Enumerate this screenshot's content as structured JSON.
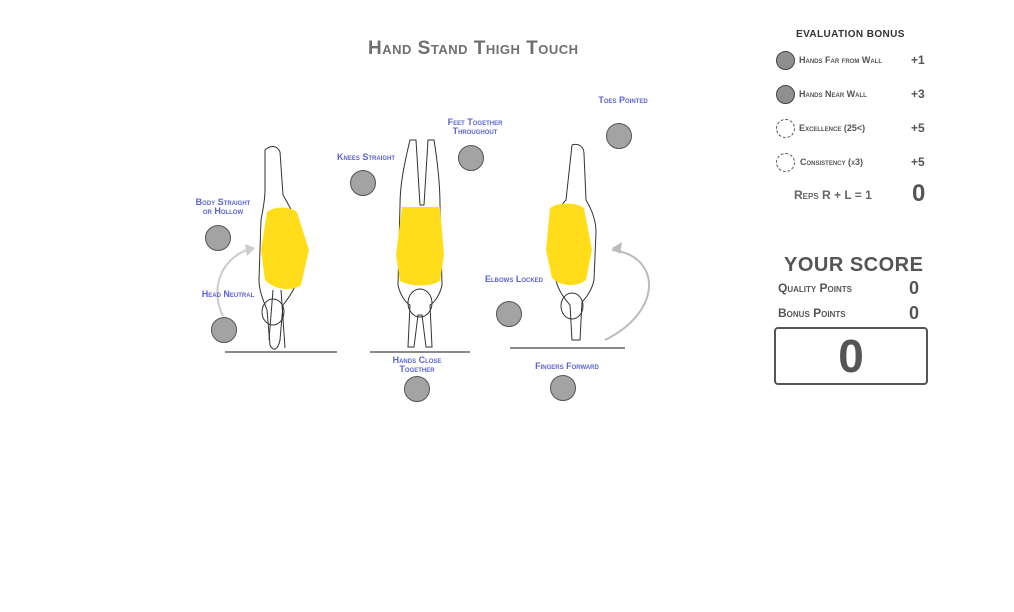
{
  "title": "Hand Stand Thigh Touch",
  "criteria": [
    {
      "id": "body-straight",
      "label_lines": [
        "Body Straight",
        "or Hollow"
      ]
    },
    {
      "id": "head-neutral",
      "label_lines": [
        "Head Neutral"
      ]
    },
    {
      "id": "knees-straight",
      "label_lines": [
        "Knees Straight"
      ]
    },
    {
      "id": "feet-together",
      "label_lines": [
        "Feet Together",
        "Throughout"
      ]
    },
    {
      "id": "hands-close",
      "label_lines": [
        "Hands Close",
        "Together"
      ]
    },
    {
      "id": "elbows-locked",
      "label_lines": [
        "Elbows Locked"
      ]
    },
    {
      "id": "toes-pointed",
      "label_lines": [
        "Toes Pointed"
      ]
    },
    {
      "id": "fingers-forward",
      "label_lines": [
        "Fingers Forward"
      ]
    }
  ],
  "bonus": {
    "title": "EVALUATION BONUS",
    "items": [
      {
        "label": "Hands Far from Wall",
        "points": "+1",
        "style": "filled"
      },
      {
        "label": "Hands Near Wall",
        "points": "+3",
        "style": "filled"
      },
      {
        "label": "Excellence (25<)",
        "points": "+5",
        "style": "dashed"
      },
      {
        "label": "Consistency (x3)",
        "points": "+5",
        "style": "dashed"
      }
    ],
    "reps_label": "Reps R + L = 1",
    "reps_value": "0"
  },
  "score": {
    "title": "YOUR SCORE",
    "quality_label": "Quality Points",
    "quality_value": "0",
    "bonus_label": "Bonus Points",
    "bonus_value": "0",
    "total": "0"
  },
  "colors": {
    "accent": "#5b63d6",
    "leotard": "#ffdd1a",
    "circle": "#a3a3a3"
  }
}
